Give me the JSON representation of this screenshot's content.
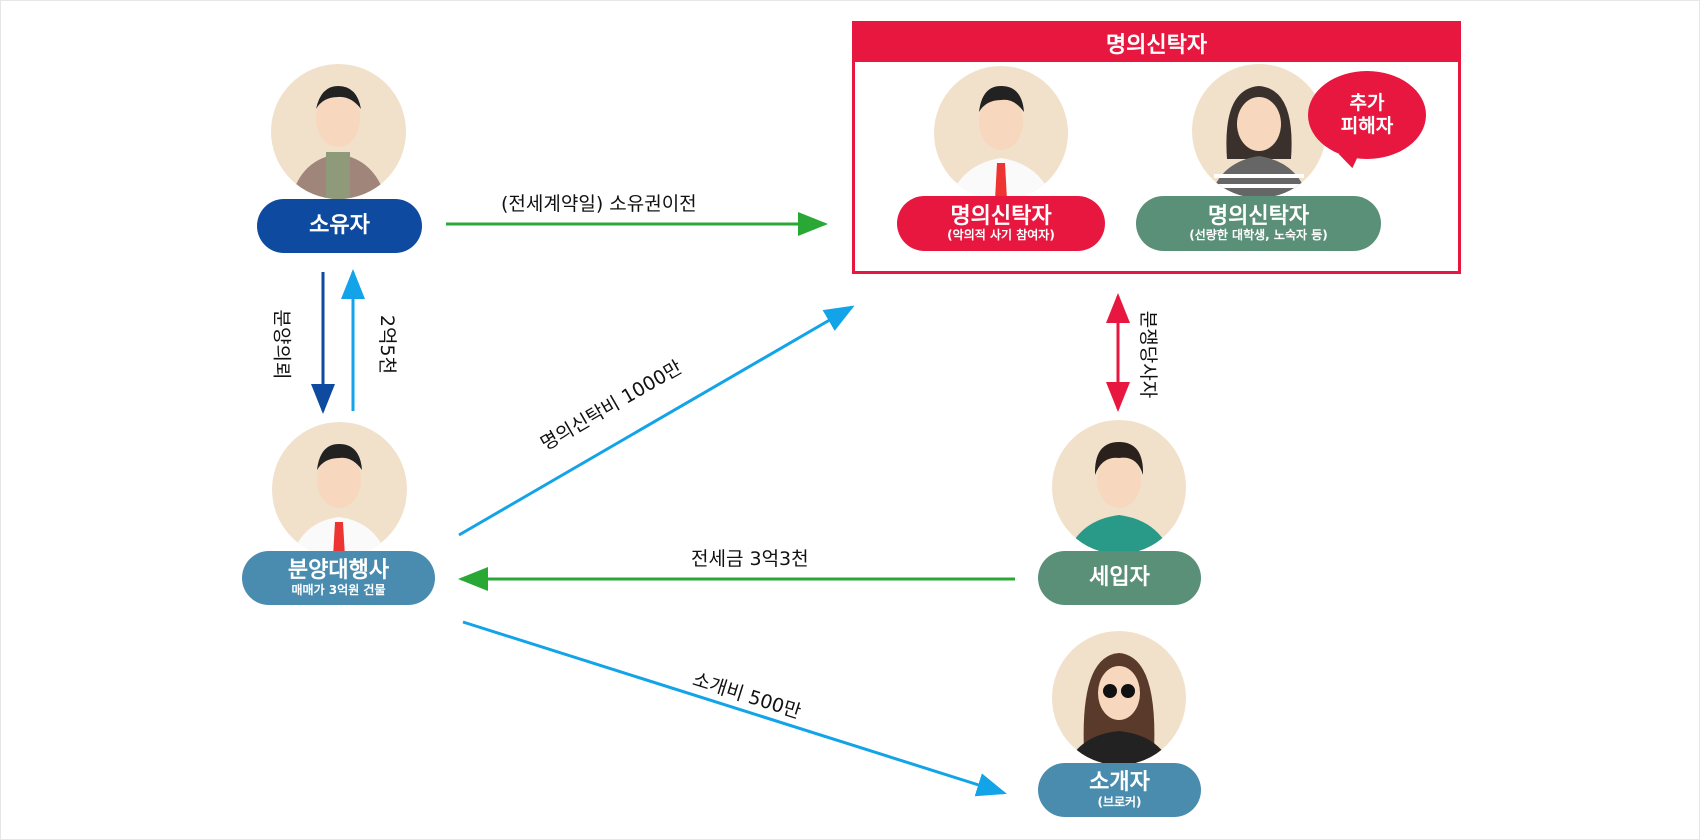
{
  "nodes": {
    "owner": {
      "label": "소유자"
    },
    "agency": {
      "label": "분양대행사",
      "sub": "매매가 3억원 건물"
    },
    "tenant": {
      "label": "세입자"
    },
    "broker": {
      "label": "소개자",
      "sub": "(브로커)"
    },
    "nominee_group": {
      "title": "명의신탁자",
      "malicious": {
        "label": "명의신탁자",
        "sub": "(악의적 사기 참여자)"
      },
      "innocent": {
        "label": "명의신탁자",
        "sub": "(선량한 대학생, 노숙자 등)"
      },
      "bubble": {
        "line1": "추가",
        "line2": "피해자"
      }
    }
  },
  "edges": {
    "owner_to_nominee": "(전세계약일) 소유권이전",
    "owner_to_agency": "분양의뢰",
    "agency_to_owner": "2억5천",
    "agency_to_nominee": "명의신탁비 1000만",
    "nominee_tenant": "분쟁당사자",
    "tenant_to_agency": "전세금 3억3천",
    "agency_to_broker": "소개비 500만"
  },
  "colors": {
    "navy": "#0d4aa0",
    "red": "#e8173f",
    "green": "#5a8f78",
    "teal": "#4a8cae",
    "arrow_green": "#2aa836",
    "arrow_cyan": "#12a3e8"
  }
}
